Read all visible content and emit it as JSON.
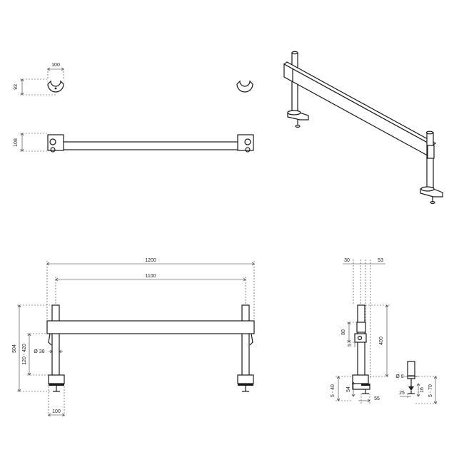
{
  "top_view": {
    "width_label": "100",
    "depth_label": "93",
    "bar_height_label": "108"
  },
  "front_view": {
    "overall_length": "1200",
    "inner_length": "1100",
    "total_height": "504",
    "height_range": "120 - 420",
    "pole_diameter": "Ø 38",
    "base_width": "100"
  },
  "side_view": {
    "offset_left": "30",
    "offset_right": "53",
    "clamp_height": "80",
    "pole_height": "400",
    "base_offset": "55",
    "clamp_depth": "54",
    "desk_thickness": "5 - 40",
    "small_five": "5"
  },
  "detail_view": {
    "pin_diameter": "Ø 8",
    "width_label": "25",
    "height_label": "16",
    "range_label": "5 - 70"
  }
}
